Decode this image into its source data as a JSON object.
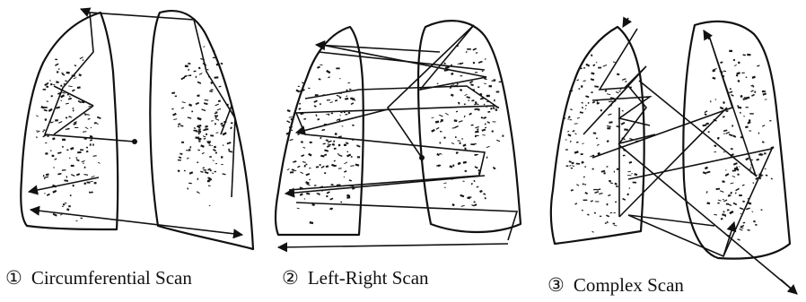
{
  "captions": [
    {
      "number": "①",
      "text": "Circumferential Scan"
    },
    {
      "number": "②",
      "text": "Left-Right Scan"
    },
    {
      "number": "③",
      "text": "Complex Scan"
    }
  ],
  "ink_color": "#111111",
  "background_color": "#ffffff"
}
